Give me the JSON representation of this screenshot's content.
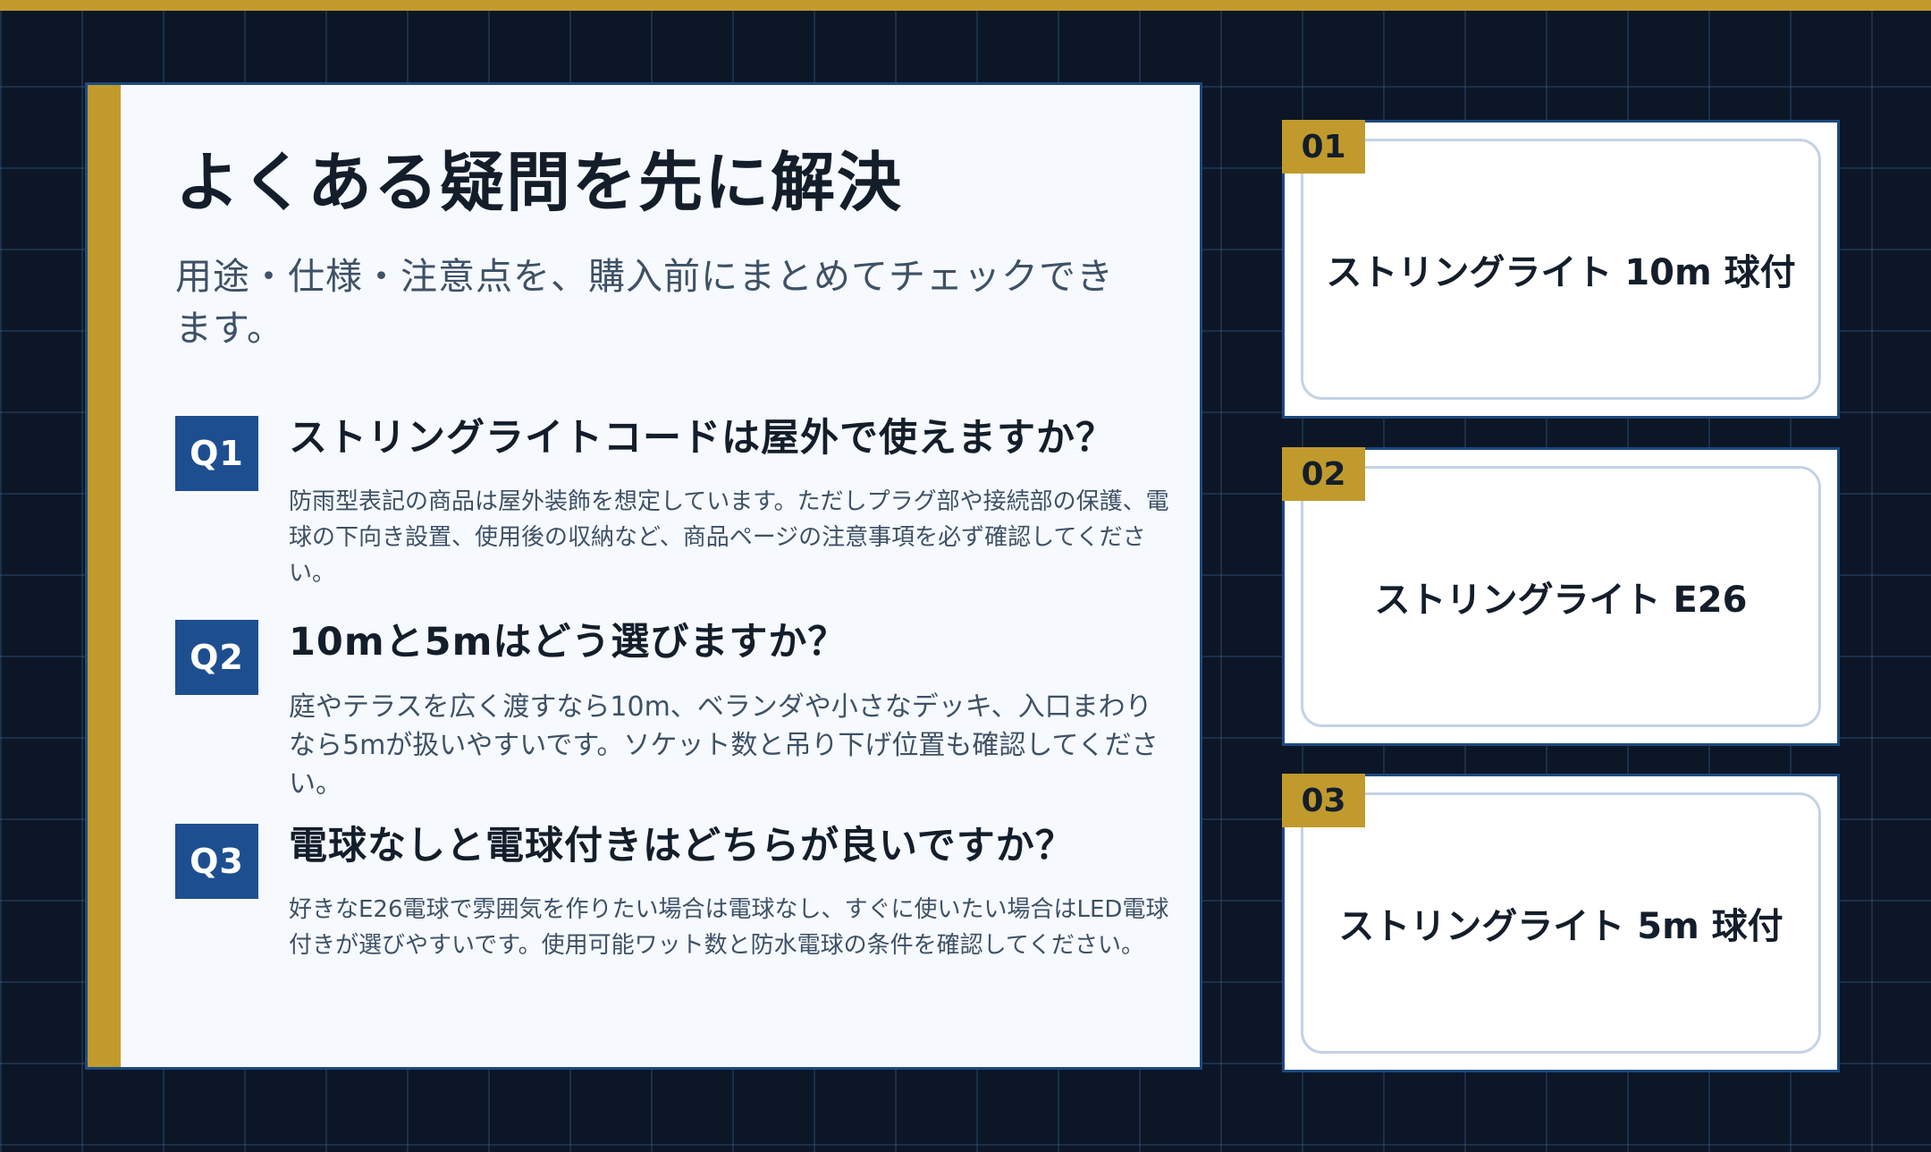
{
  "theme": {
    "accent": "#c09a2c",
    "navy": "#1d4f90",
    "background": "#0c1626",
    "panel": "#f6f9fd"
  },
  "faq": {
    "title": "よくある疑問を先に解決",
    "subtitle": "用途・仕様・注意点を、購入前にまとめてチェックできます。",
    "items": [
      {
        "badge": "Q1",
        "question": "ストリングライトコードは屋外で使えますか？",
        "answer": "防雨型表記の商品は屋外装飾を想定しています。ただしプラグ部や接続部の保護、電球の下向き設置、使用後の収納など、商品ページの注意事項を必ず確認してください。"
      },
      {
        "badge": "Q2",
        "question": "10mと5mはどう選びますか？",
        "answer": "庭やテラスを広く渡すなら10m、ベランダや小さなデッキ、入口まわりなら5mが扱いやすいです。ソケット数と吊り下げ位置も確認してください。"
      },
      {
        "badge": "Q3",
        "question": "電球なしと電球付きはどちらが良いですか？",
        "answer": "好きなE26電球で雰囲気を作りたい場合は電球なし、すぐに使いたい場合はLED電球付きが選びやすいです。使用可能ワット数と防水電球の条件を確認してください。"
      }
    ]
  },
  "products": [
    {
      "number": "01",
      "label": "ストリングライト 10m 球付"
    },
    {
      "number": "02",
      "label": "ストリングライト E26"
    },
    {
      "number": "03",
      "label": "ストリングライト 5m 球付"
    }
  ]
}
